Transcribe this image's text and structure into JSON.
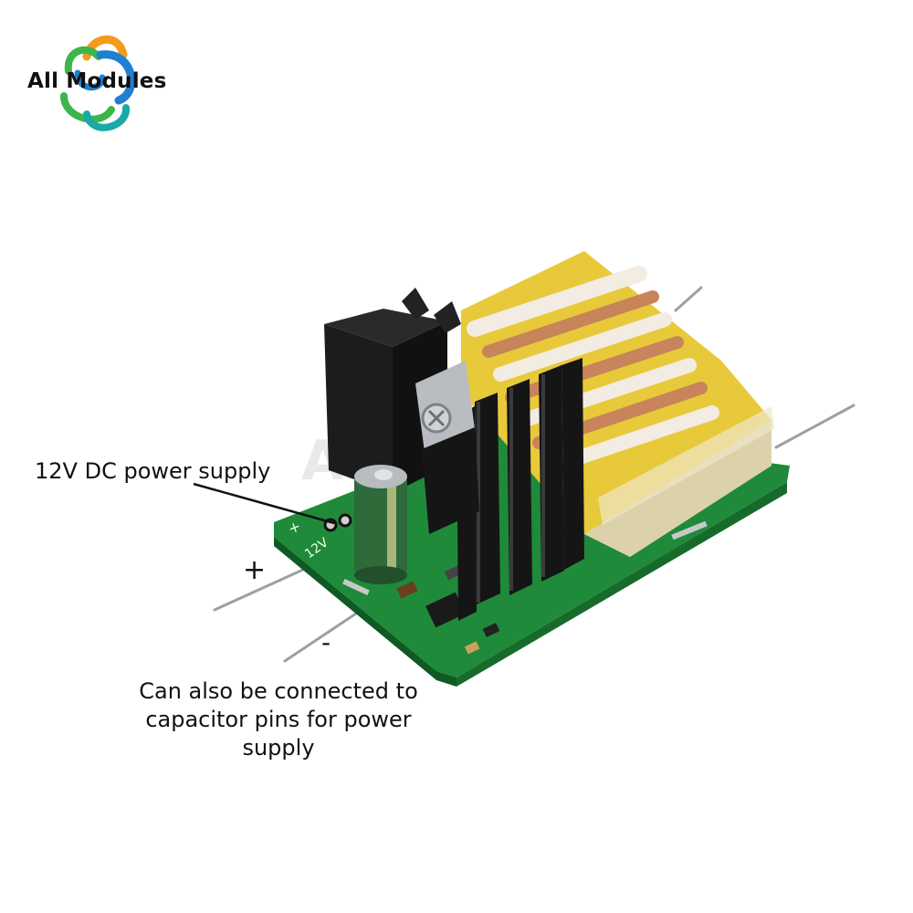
{
  "brand": {
    "name": "All Modules",
    "colors": {
      "blue": "#1f7fd1",
      "orange": "#f29b1d",
      "green": "#3cb54a",
      "teal": "#1aa8a8"
    }
  },
  "labels": {
    "power_supply": "12V DC power supply",
    "plus": "+",
    "minus": "-",
    "note": "Can also be connected to capacitor pins for power supply"
  },
  "board_markings": {
    "polarity": "+",
    "voltage": "12V"
  },
  "colors": {
    "pcb": "#1f8a3a",
    "heatsink": "#1c1c1e",
    "transformer_yellow": "#e8c93a",
    "copper": "#c8845a",
    "capacitor": "#2f6a3a"
  }
}
